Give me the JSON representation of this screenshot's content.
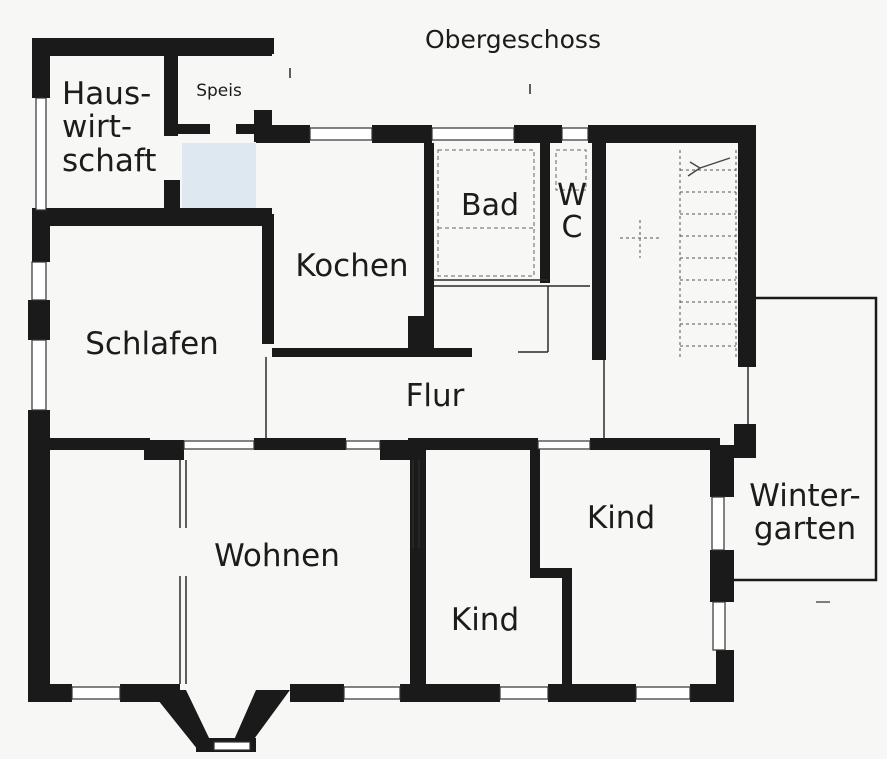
{
  "plan": {
    "title": "Obergeschoss",
    "colors": {
      "wall": "#1a1a1a",
      "background": "#f7f7f5",
      "window": "#ffffff",
      "glazed_area": "#dde8f0"
    },
    "rooms": {
      "hauswirtschaft": "Haus-\nwirt-\nschaft",
      "speis": "Speis",
      "kochen": "Kochen",
      "bad": "Bad",
      "wc": "W\nC",
      "schlafen": "Schlafen",
      "flur": "Flur",
      "wohnen": "Wohnen",
      "kind_mitte": "Kind",
      "kind_rechts": "Kind",
      "wintergarten": "Winter-\ngarten"
    }
  }
}
